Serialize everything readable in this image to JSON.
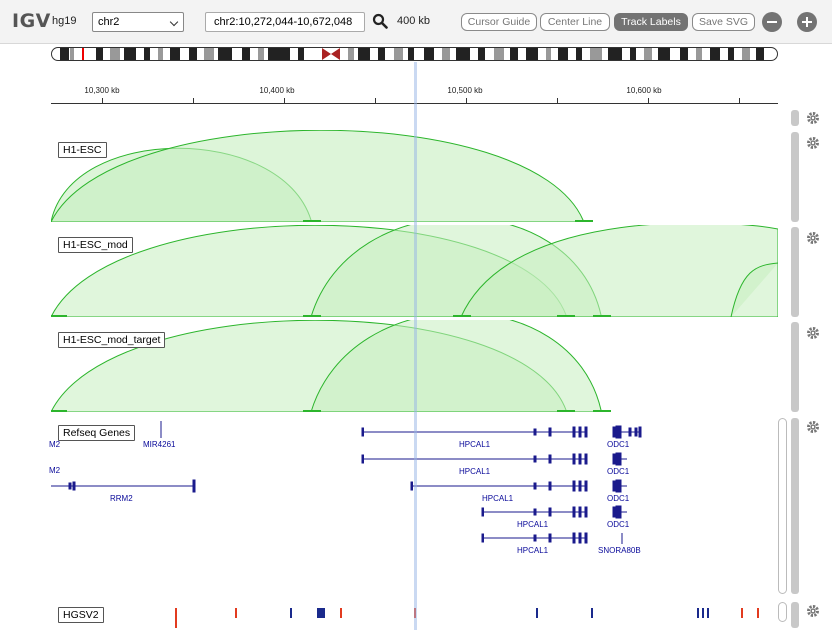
{
  "app": {
    "logo": "IGV",
    "genome": "hg19"
  },
  "navbar": {
    "chromosome": "chr2",
    "locus": "chr2:10,272,044-10,672,048",
    "zoom_label": "400 kb",
    "buttons": [
      "Cursor Guide",
      "Center Line",
      "Track Labels",
      "Save SVG"
    ],
    "active_button": "Track Labels"
  },
  "ruler": {
    "ticks": [
      "10,300 kb",
      "10,400 kb",
      "10,500 kb",
      "10,600 kb"
    ]
  },
  "tracks": [
    {
      "name": "H1-ESC"
    },
    {
      "name": "H1-ESC_mod"
    },
    {
      "name": "H1-ESC_mod_target"
    },
    {
      "name": "Refseq Genes"
    },
    {
      "name": "HGSV2"
    }
  ],
  "genes": {
    "mir": "MIR4261",
    "m2a": "M2",
    "m2b": "M2",
    "rrm2": "RRM2",
    "hpcal1": [
      "HPCAL1",
      "HPCAL1",
      "HPCAL1",
      "HPCAL1",
      "HPCAL1"
    ],
    "odc1": [
      "ODC1",
      "ODC1",
      "ODC1",
      "ODC1"
    ],
    "snora": "SNORA80B"
  },
  "colors": {
    "arc_fill": "#c6efc0",
    "arc_stroke": "#2cb52c",
    "gene": "#1a1a8c",
    "sv_red": "#e23b1f",
    "sv_blue": "#1a2a8c"
  }
}
